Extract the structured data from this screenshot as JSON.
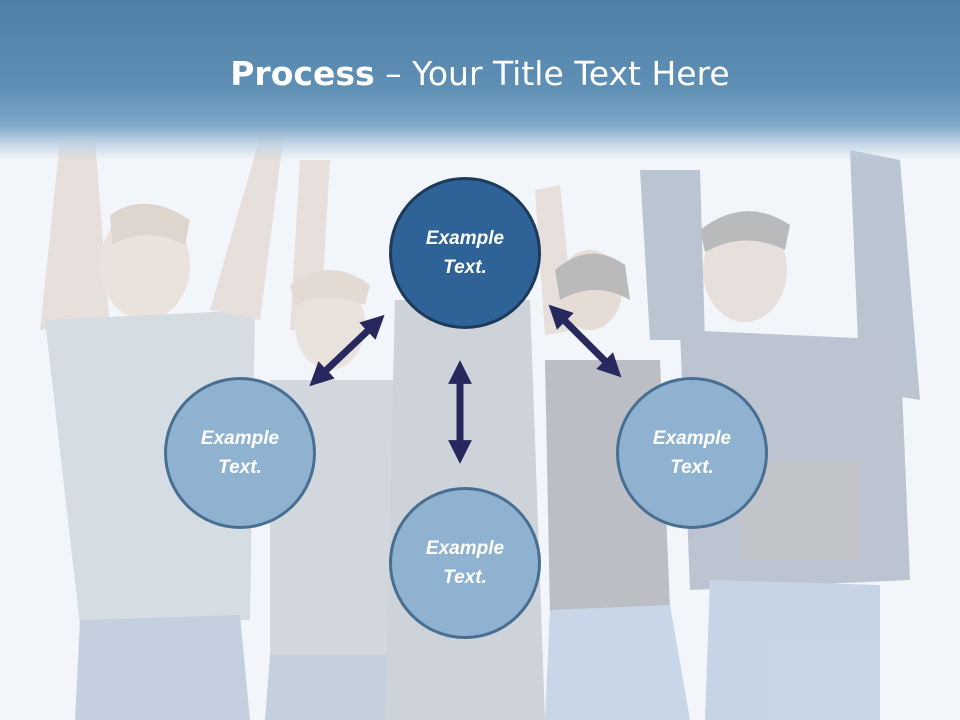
{
  "slide": {
    "title_bold": "Process",
    "title_rest": " – Your Title Text Here"
  },
  "diagram": {
    "nodes": [
      {
        "id": "top",
        "label": "Example Text."
      },
      {
        "id": "left",
        "label": "Example Text."
      },
      {
        "id": "right",
        "label": "Example Text."
      },
      {
        "id": "bottom",
        "label": "Example Text."
      }
    ],
    "colors": {
      "primary_node": "#2f6296",
      "secondary_node": "#8eb2d0",
      "node_border": "#3b5f80",
      "arrow": "#27295e",
      "title_band": "#5f8fb5"
    }
  }
}
